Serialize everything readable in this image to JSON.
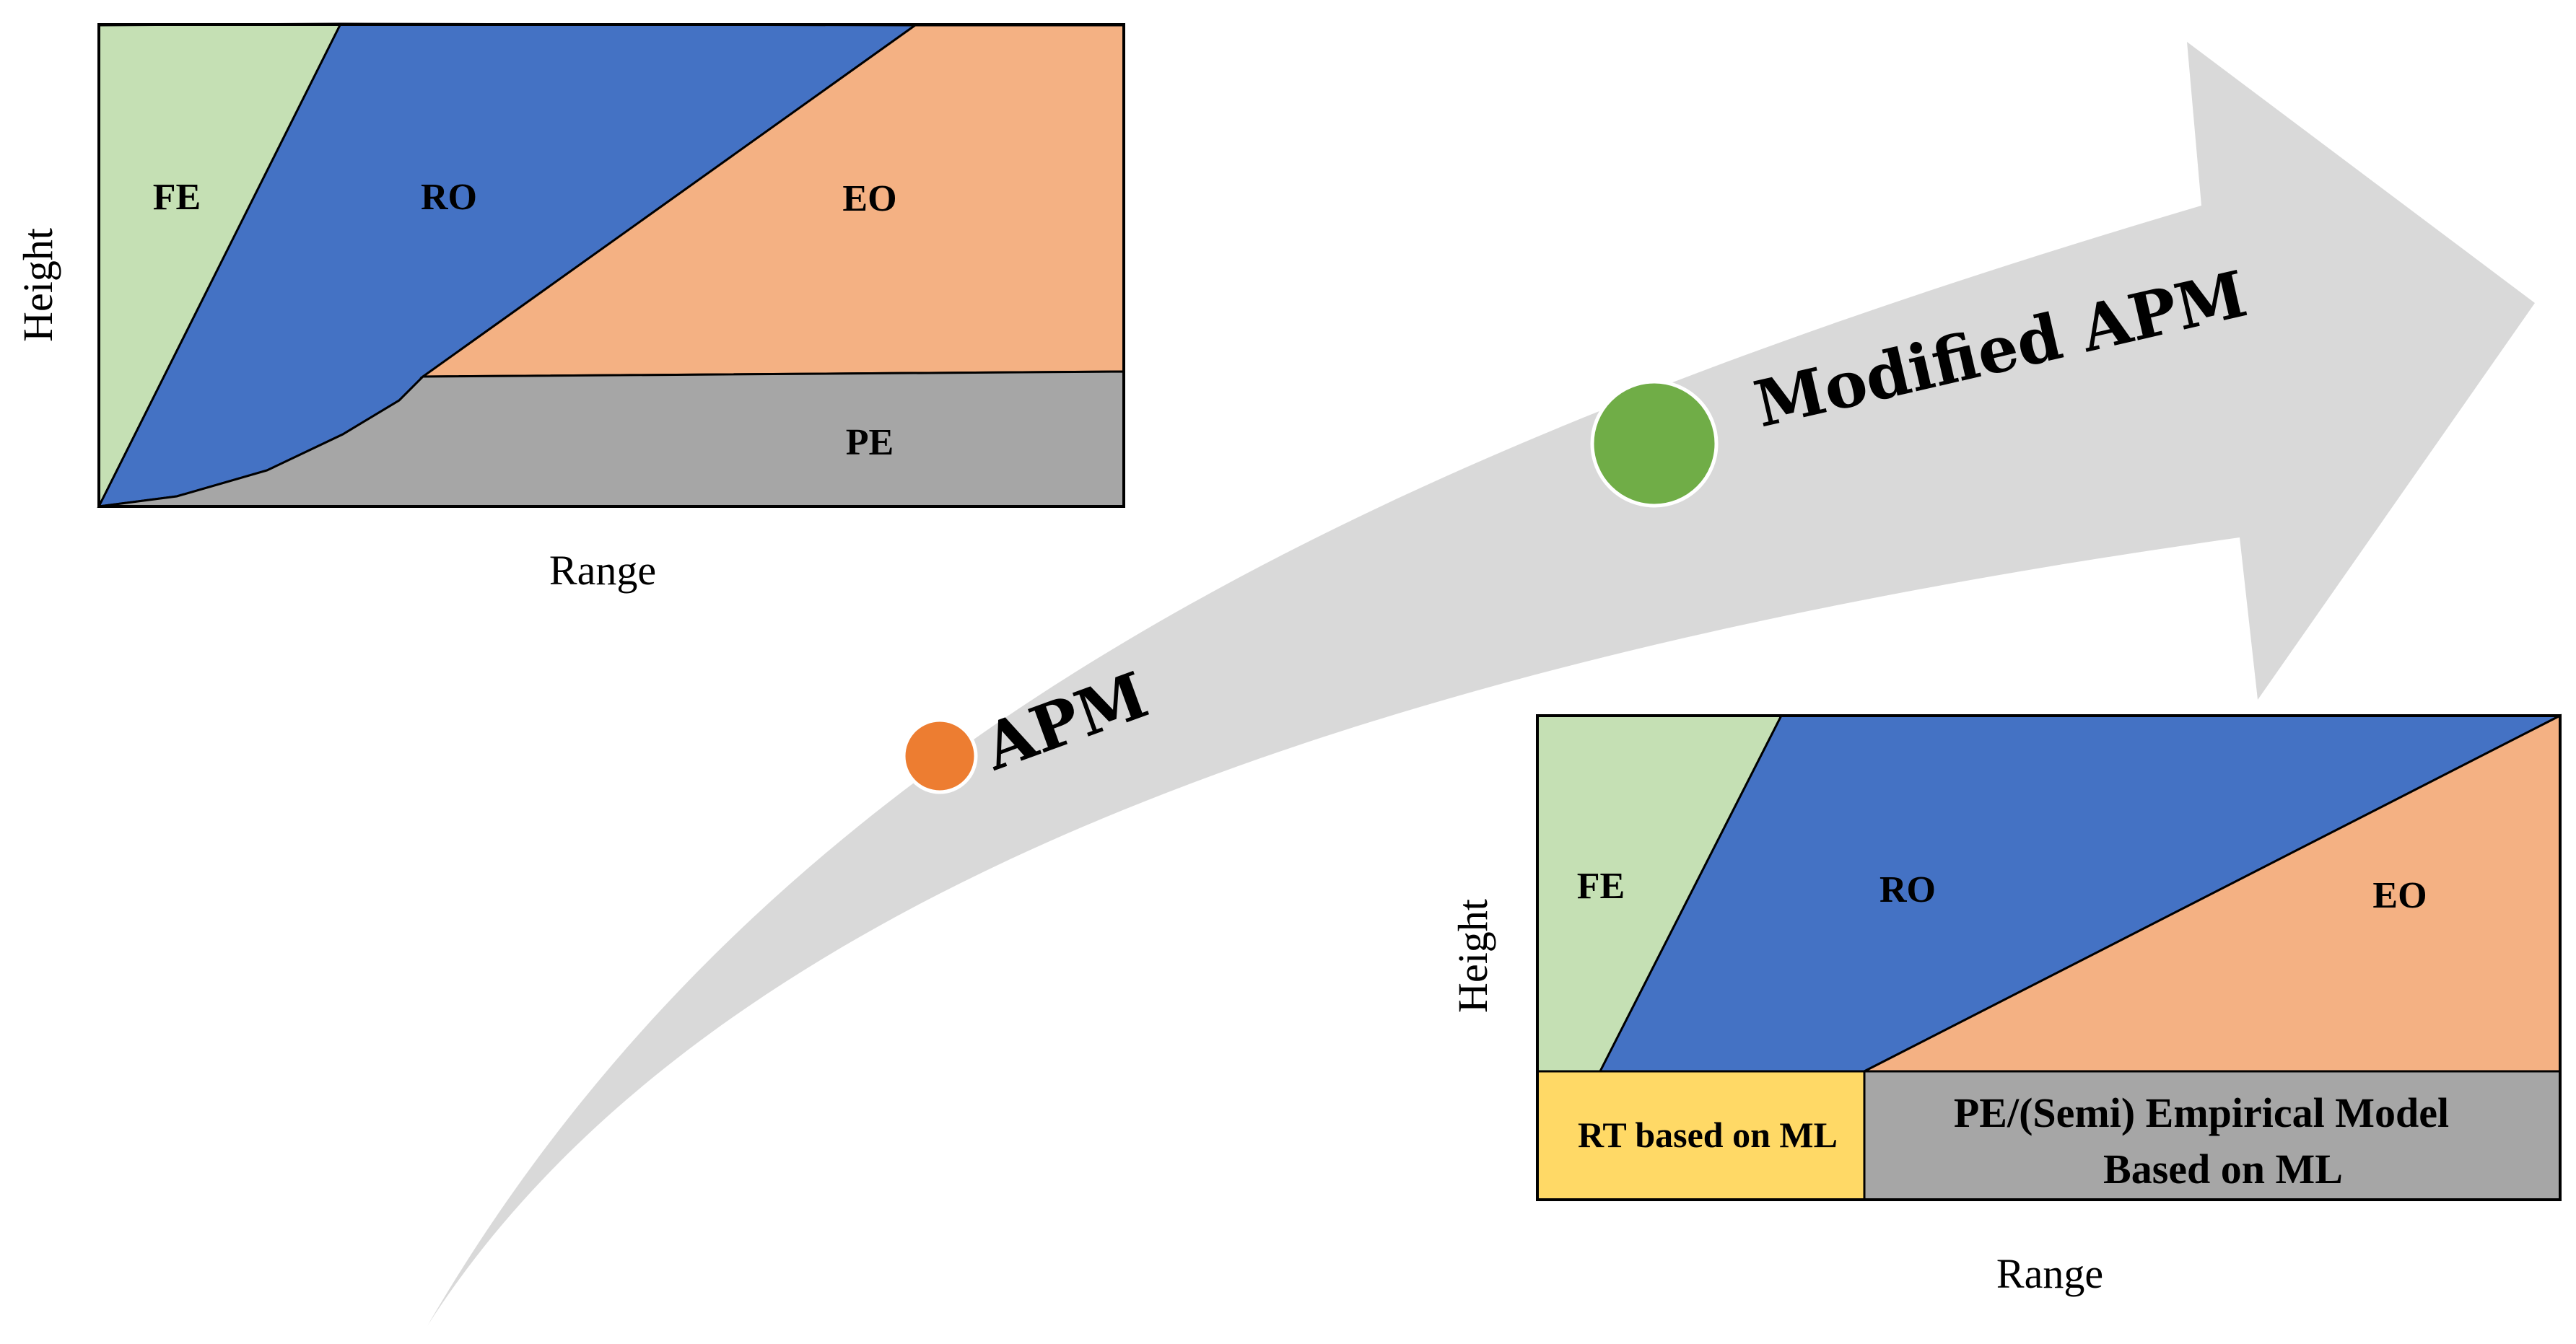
{
  "arrow": {
    "fill_color": "#D9D9D9",
    "stages": [
      {
        "label": "APM",
        "dot_color": "#ED7D31"
      },
      {
        "label": "Modified APM",
        "dot_color": "#70AD47"
      }
    ]
  },
  "top_chart": {
    "y_axis_label": "Height",
    "x_axis_label": "Range",
    "regions": [
      {
        "label": "FE",
        "color": "#C5E0B4"
      },
      {
        "label": "RO",
        "color": "#4472C4"
      },
      {
        "label": "EO",
        "color": "#F4B183"
      },
      {
        "label": "PE",
        "color": "#A6A6A6"
      }
    ]
  },
  "bottom_chart": {
    "y_axis_label": "Height",
    "x_axis_label": "Range",
    "regions": [
      {
        "label": "FE",
        "color": "#C5E0B4"
      },
      {
        "label": "RO",
        "color": "#4472C4"
      },
      {
        "label": "EO",
        "color": "#F4B183"
      },
      {
        "label": "RT based on ML",
        "color": "#FFD966"
      },
      {
        "label_line1": "PE/(Semi) Empirical Model",
        "label_line2": "Based on ML",
        "color": "#A6A6A6"
      }
    ]
  }
}
